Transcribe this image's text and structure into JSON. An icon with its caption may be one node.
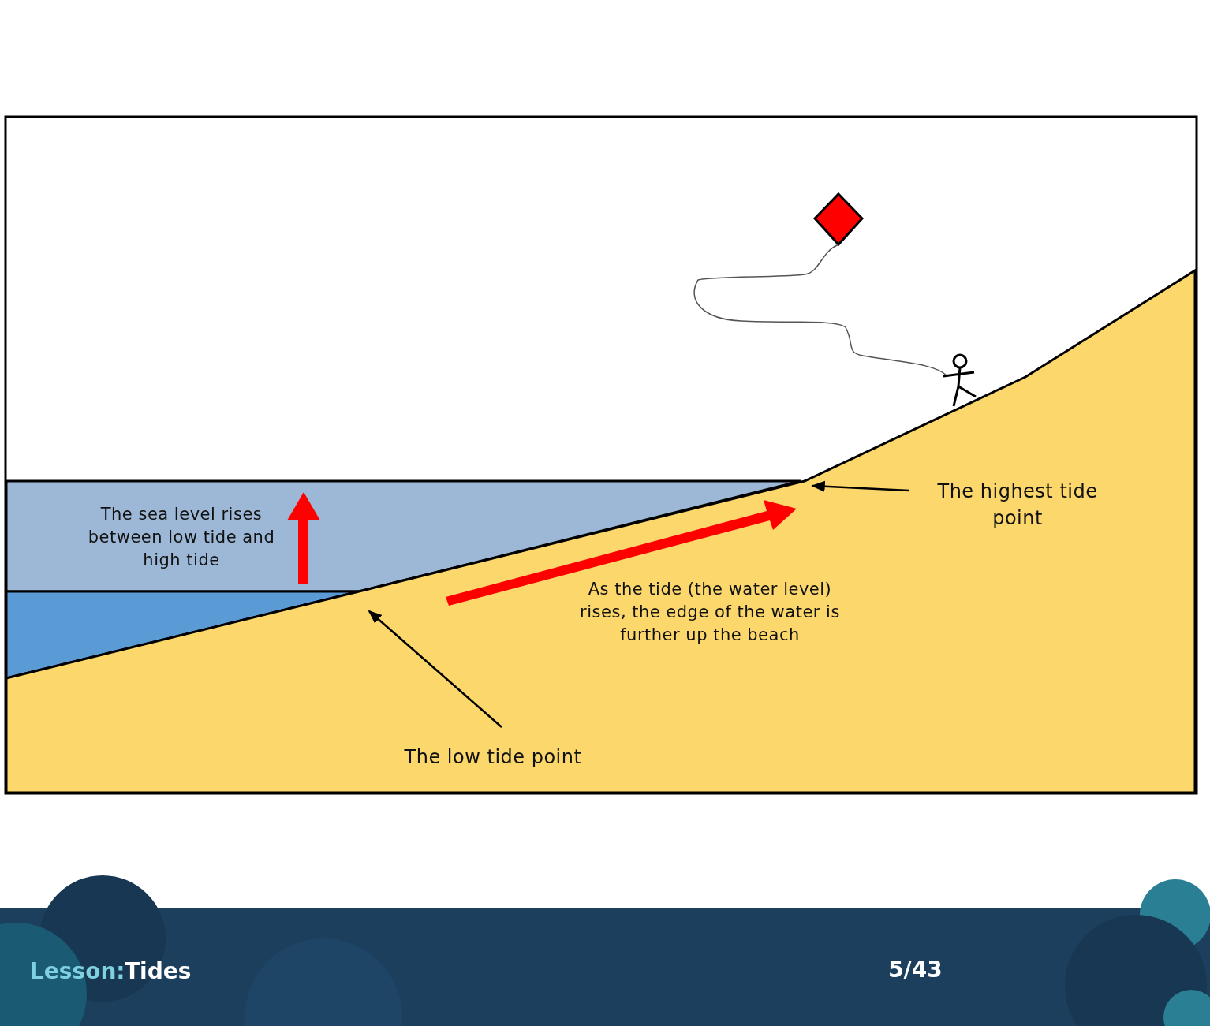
{
  "diagram": {
    "nodes": [
      {
        "text": [
          "The highest tide point"
        ]
      },
      {
        "text": [
          "The low tide point"
        ]
      },
      {
        "text": [],
        "shape": "box"
      },
      {
        "text": [],
        "shape": "box"
      }
    ],
    "edges": [
      {
        "from": 0,
        "to": 2,
        "arrow": "to"
      },
      {
        "from": 1,
        "to": 3,
        "arrow": "to"
      }
    ],
    "labels": [
      "The sea level rises between low tide and high tide",
      "As the tide (the water level) rises, the edge of the water is further up the beach",
      "Lesson:",
      "Tides",
      "5/43"
    ]
  }
}
